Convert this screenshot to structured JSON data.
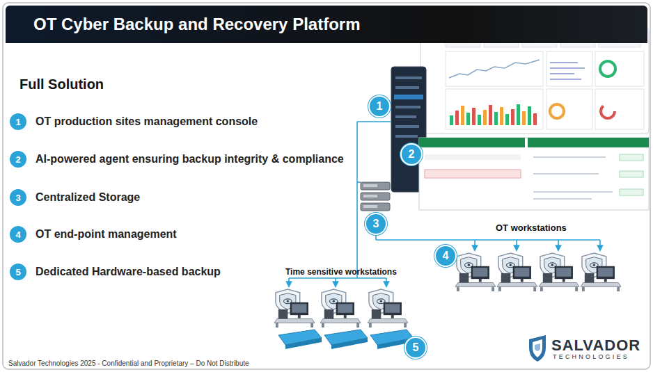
{
  "diagram": {
    "title": "OT Cyber Backup and Recovery Platform",
    "nodes": [
      {
        "text": [
          "1",
          "OT production sites management console"
        ]
      },
      {
        "text": [
          "2",
          "AI-powered agent ensuring backup integrity & compliance"
        ]
      },
      {
        "text": [
          "3",
          "Centralized Storage"
        ]
      },
      {
        "text": [
          "4",
          "OT end-point management"
        ]
      },
      {
        "text": [
          "5",
          "Dedicated Hardware-based backup"
        ]
      },
      {
        "text": [
          "1"
        ]
      },
      {
        "text": [
          "2"
        ]
      },
      {
        "text": [
          "3"
        ]
      },
      {
        "text": [
          "4"
        ]
      },
      {
        "text": [
          "5"
        ]
      }
    ],
    "labels": [
      "Full Solution",
      "OT workstations",
      "Time sensitive workstations",
      "SALVADOR",
      "TECHNOLOGIES",
      "Salvador Technologies 2025 - Confidential and Proprietary – Do Not Distribute"
    ]
  }
}
